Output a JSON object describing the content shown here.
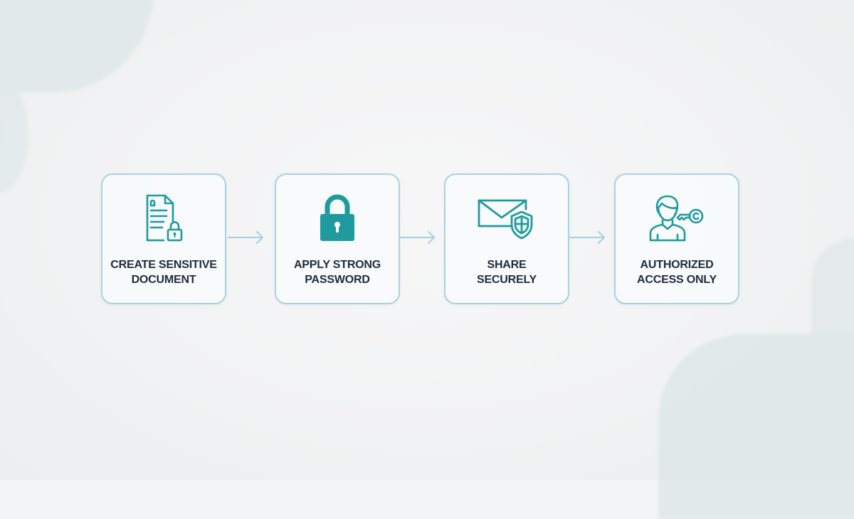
{
  "colors": {
    "accent": "#1f9a9e",
    "box_border": "#a9d3df",
    "arrow": "#a6d0dc",
    "label_text": "#1e2d3c",
    "background": "#f2f3f4"
  },
  "steps": [
    {
      "label_line1": "CREATE SENSITIVE",
      "label_line2": "DOCUMENT",
      "icon": "locked-document-icon"
    },
    {
      "label_line1": "APPLY STRONG",
      "label_line2": "PASSWORD",
      "icon": "padlock-icon"
    },
    {
      "label_line1": "SHARE",
      "label_line2": "SECURELY",
      "icon": "secure-envelope-icon"
    },
    {
      "label_line1": "AUTHORIZED",
      "label_line2": "ACCESS ONLY",
      "icon": "user-key-icon"
    }
  ],
  "connectors": [
    {
      "from": 1,
      "to": 2,
      "icon": "arrow-right-icon"
    },
    {
      "from": 2,
      "to": 3,
      "icon": "arrow-right-icon"
    },
    {
      "from": 3,
      "to": 4,
      "icon": "arrow-right-icon"
    }
  ]
}
